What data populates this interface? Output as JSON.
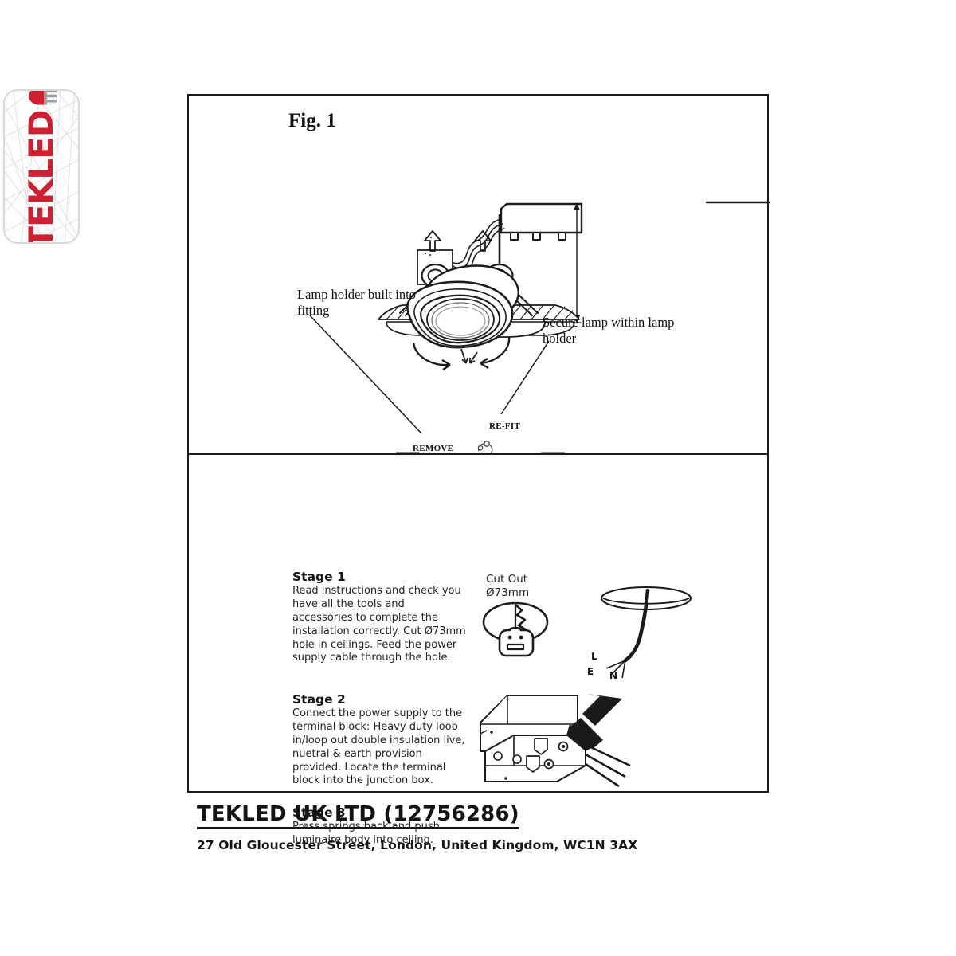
{
  "logo": {
    "brand": "TEKLED",
    "led_color": "#cf202f",
    "leg_color": "#9aa0a6",
    "frame_color": "#d8d8d8"
  },
  "figure": {
    "title": "Fig. 1",
    "callouts": {
      "lamp_holder": "Lamp holder built into fitting",
      "secure_lamp": "Secure lamp within lamp holder"
    },
    "action_labels": {
      "refit": "RE-FIT",
      "remove": "REMOVE"
    }
  },
  "stages": [
    {
      "title": "Stage 1",
      "body": "Read instructions and check you have all the tools and accessories to complete the installation correctly. Cut Ø73mm hole in ceilings. Feed the  power supply cable through the hole."
    },
    {
      "title": "Stage 2",
      "body": "Connect the power supply to the terminal block: Heavy duty loop in/loop out double insulation live, nuetral & earth provision provided. Locate the terminal block into the junction box."
    },
    {
      "title": "Stage 3",
      "body": "Press springs back and push luminaire body into ceiling."
    }
  ],
  "cutout": {
    "line1": "Cut Out",
    "line2": "Ø73mm"
  },
  "wiring": {
    "live": "L",
    "earth": "E",
    "neutral": "N"
  },
  "footer": {
    "company": "TEKLED UK LTD (12756286)",
    "address": "27 Old Gloucester Street, London, United Kingdom, WC1N 3AX"
  },
  "colors": {
    "line": "#1b1b1b",
    "gray_arrow": "#8c8c8c",
    "text": "#141414"
  }
}
